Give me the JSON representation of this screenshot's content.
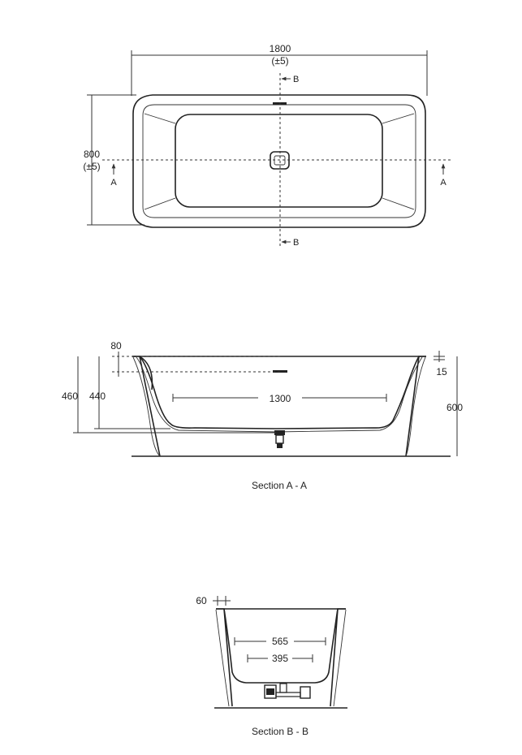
{
  "top_view": {
    "length_value": "1800",
    "length_tolerance": "(±5)",
    "width_value": "800",
    "width_tolerance": "(±5)",
    "section_a_left": "A",
    "section_a_right": "A",
    "section_b_top": "B",
    "section_b_bottom": "B"
  },
  "section_a": {
    "rim_offset": "80",
    "total_height": "460",
    "inner_height": "440",
    "rim_thickness": "15",
    "floor_length": "1300",
    "outer_height": "600",
    "caption": "Section A - A"
  },
  "section_b": {
    "rim_offset": "60",
    "top_width": "565",
    "floor_width": "395",
    "caption": "Section B - B"
  }
}
